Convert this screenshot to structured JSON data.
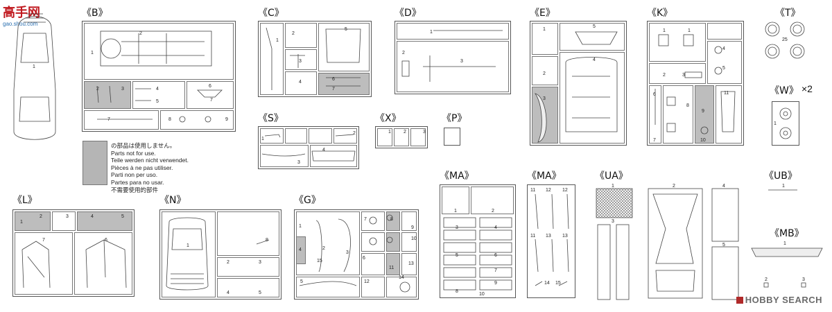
{
  "branding": {
    "site_cn": "高手网",
    "site_url": "gao.shou.com",
    "watermark": "HOBBY SEARCH"
  },
  "note_lines": [
    "の部品は使用しません。",
    "Parts not for use.",
    "Teile werden nicht verwendet.",
    "Pièces à ne pas utiliser.",
    "Parti non per uso.",
    "Partes para no usar.",
    "不需要使用的部件"
  ],
  "trees": {
    "B": "《B》",
    "C": "《C》",
    "D": "《D》",
    "E": "《E》",
    "K": "《K》",
    "T": "《T》",
    "W": "《W》",
    "W_mult": "×2",
    "S": "《S》",
    "X": "《X》",
    "P": "《P》",
    "L": "《L》",
    "N": "《N》",
    "G": "《G》",
    "MA1": "《MA》",
    "MA2": "《MA》",
    "UA": "《UA》",
    "UB": "《UB》",
    "MB": "《MB》"
  },
  "nums": {
    "body": "1",
    "B": [
      "1",
      "2",
      "3",
      "4",
      "5",
      "6",
      "7",
      "8",
      "9"
    ],
    "C": [
      "1",
      "2",
      "3",
      "4",
      "5",
      "6",
      "7"
    ],
    "D": [
      "1",
      "2",
      "3"
    ],
    "E": [
      "1",
      "2",
      "3",
      "4",
      "5"
    ],
    "K": [
      "1",
      "2",
      "3",
      "4",
      "5",
      "6",
      "7",
      "8",
      "9",
      "10",
      "11"
    ],
    "T": "25",
    "W": "1",
    "S": [
      "1",
      "2",
      "3",
      "4"
    ],
    "X": [
      "1",
      "2",
      "3"
    ],
    "L": [
      "1",
      "2",
      "3",
      "4",
      "5",
      "6",
      "7"
    ],
    "N": [
      "1",
      "2",
      "3",
      "4",
      "5",
      "8"
    ],
    "G": [
      "1",
      "2",
      "3",
      "4",
      "5",
      "6",
      "7",
      "8",
      "9",
      "10",
      "11",
      "12",
      "13",
      "14",
      "15"
    ],
    "MA1": [
      "1",
      "2",
      "3",
      "4",
      "5",
      "6",
      "7",
      "8",
      "9",
      "10"
    ],
    "MA2": [
      "11",
      "12",
      "13",
      "14",
      "15"
    ],
    "UA": [
      "1",
      "3"
    ],
    "UBig": [
      "2",
      "4",
      "5"
    ],
    "UB": "1",
    "MB": [
      "1",
      "2",
      "3"
    ]
  }
}
